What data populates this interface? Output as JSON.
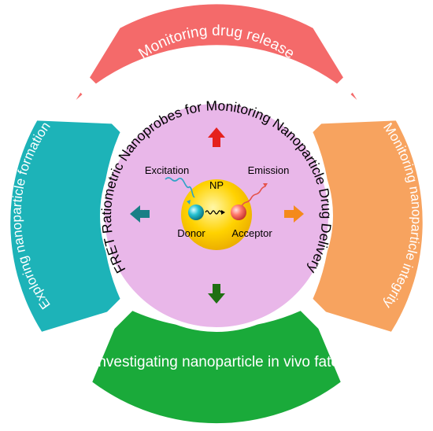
{
  "diagram": {
    "center_title": "FRET Ratiometric Nanoprobes for Monitoring Nanoparticle Drug Delivery",
    "segments": {
      "top": {
        "label": "Monitoring drug release",
        "color": "#f46a6a"
      },
      "right": {
        "label": "Monitoring nanoparticle integrity",
        "color": "#f7a35f"
      },
      "bottom": {
        "label": "Investigating nanoparticle in vivo fate",
        "color": "#1aaa3a"
      },
      "left": {
        "label": "Exploring nanoparticle formation",
        "color": "#1db3b8"
      }
    },
    "inner": {
      "np_label": "NP",
      "excitation_label": "Excitation",
      "emission_label": "Emission",
      "donor_label": "Donor",
      "acceptor_label": "Acceptor",
      "center_color": "#e9b7e9"
    },
    "arrows": {
      "up_color": "#e5211d",
      "right_color": "#f48a1c",
      "down_color": "#1f6f12",
      "left_color": "#1a7f86"
    }
  }
}
